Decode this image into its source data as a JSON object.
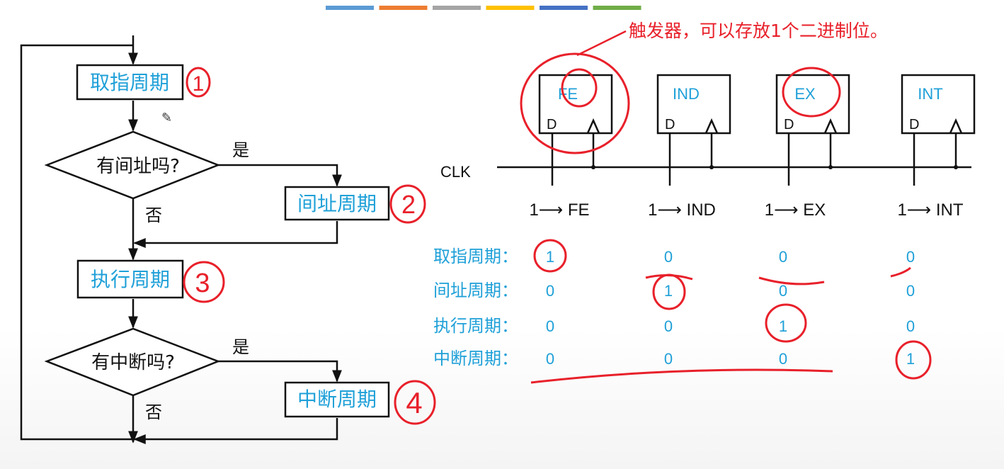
{
  "slide_bar_colors": [
    "#5b9bd5",
    "#ed7d31",
    "#a5a5a5",
    "#ffc000",
    "#4472c4",
    "#70ad47"
  ],
  "colors": {
    "accent_blue": "#1fa0d8",
    "annotation_red": "#e8202a",
    "line": "#111111"
  },
  "flowchart": {
    "fetch_cycle": "取指周期",
    "indirect_question": "有间址吗?",
    "yes_1": "是",
    "no_1": "否",
    "indirect_cycle": "间址周期",
    "execute_cycle": "执行周期",
    "interrupt_question": "有中断吗?",
    "yes_2": "是",
    "no_2": "否",
    "interrupt_cycle": "中断周期",
    "marks": [
      "1",
      "2",
      "3",
      "4"
    ]
  },
  "flipflop_note": "触发器，可以存放1个二进制位。",
  "flipflops": [
    {
      "name": "FE",
      "d": "D",
      "set": "1⟶ FE"
    },
    {
      "name": "IND",
      "d": "D",
      "set": "1⟶ IND"
    },
    {
      "name": "EX",
      "d": "D",
      "set": "1⟶ EX"
    },
    {
      "name": "INT",
      "d": "D",
      "set": "1⟶ INT"
    }
  ],
  "clk_label": "CLK",
  "state_table": {
    "rows": [
      {
        "label": "取指周期：",
        "values": [
          "1",
          "0",
          "0",
          "0"
        ]
      },
      {
        "label": "间址周期：",
        "values": [
          "0",
          "1",
          "0",
          "0"
        ]
      },
      {
        "label": "执行周期：",
        "values": [
          "0",
          "0",
          "1",
          "0"
        ]
      },
      {
        "label": "中断周期：",
        "values": [
          "0",
          "0",
          "0",
          "1"
        ]
      }
    ]
  }
}
